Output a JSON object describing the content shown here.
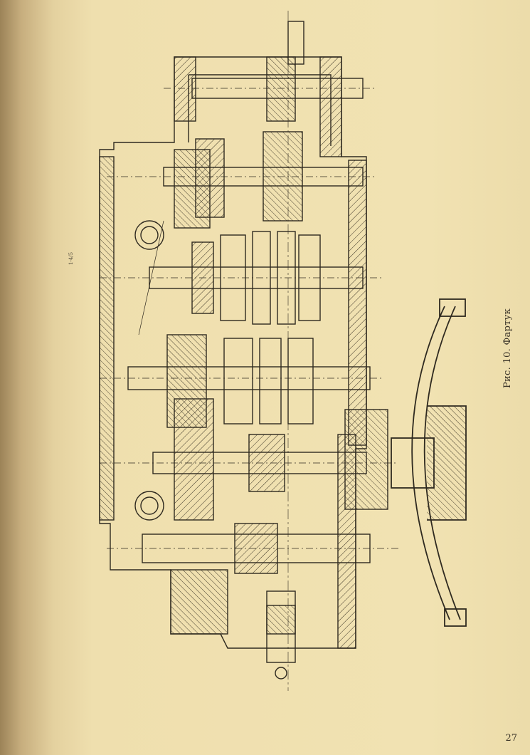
{
  "figure": {
    "caption": "Рис. 10. Фартук",
    "small_label": "1-4/5"
  },
  "page": {
    "number": "27"
  }
}
